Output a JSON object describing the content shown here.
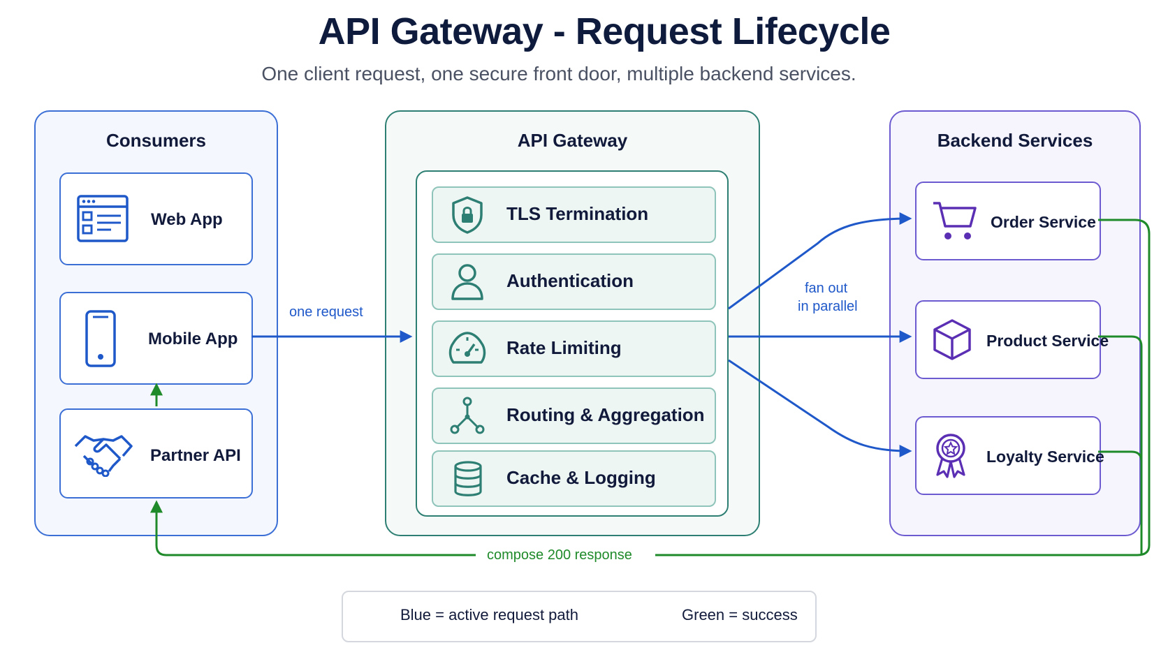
{
  "title": "API Gateway - Request Lifecycle",
  "subtitle": "One client request, one secure front door, multiple backend services.",
  "consumers": {
    "title": "Consumers",
    "items": [
      {
        "label": "Web App",
        "icon": "web-app-icon"
      },
      {
        "label": "Mobile App",
        "icon": "mobile-phone-icon"
      },
      {
        "label": "Partner API",
        "icon": "handshake-icon"
      }
    ]
  },
  "gateway": {
    "title": "API Gateway",
    "steps": [
      {
        "label": "TLS Termination",
        "icon": "shield-lock-icon"
      },
      {
        "label": "Authentication",
        "icon": "user-icon"
      },
      {
        "label": "Rate Limiting",
        "icon": "gauge-icon"
      },
      {
        "label": "Routing & Aggregation",
        "icon": "routing-icon"
      },
      {
        "label": "Cache & Logging",
        "icon": "database-icon"
      }
    ]
  },
  "backend": {
    "title": "Backend Services",
    "items": [
      {
        "label": "Order Service",
        "icon": "cart-icon"
      },
      {
        "label": "Product Service",
        "icon": "cube-icon"
      },
      {
        "label": "Loyalty Service",
        "icon": "award-icon"
      }
    ]
  },
  "flows": {
    "request": "one request",
    "fan_out_line1": "fan out",
    "fan_out_line2": "in parallel",
    "response": "compose 200 response"
  },
  "legend": {
    "blue": "Blue = active request path",
    "green": "Green = success"
  },
  "colors": {
    "request_path": "#1f58c9",
    "success": "#1f8a2a",
    "consumers_accent": "#3b6fd6",
    "gateway_accent": "#2e7f73",
    "backend_accent": "#6c5bd0"
  }
}
